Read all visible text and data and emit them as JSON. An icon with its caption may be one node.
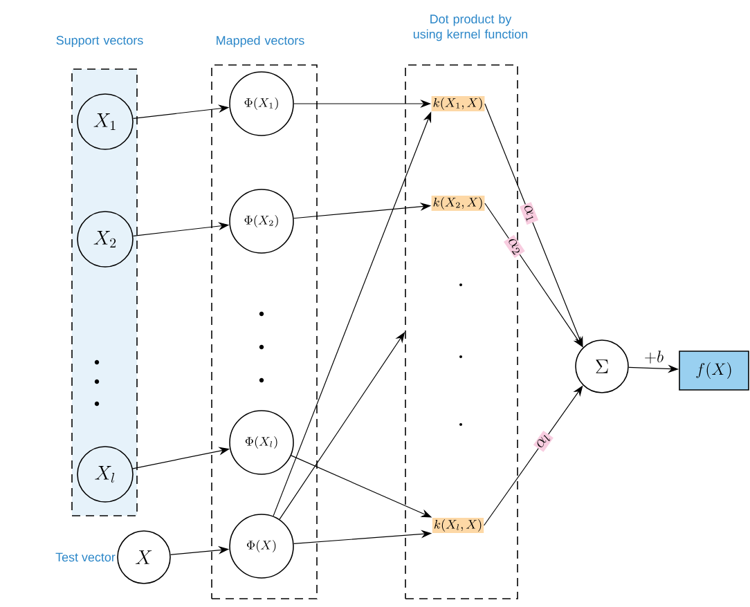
{
  "diagram": {
    "nodes": [
      {
        "text": [
          "Support vectors"
        ]
      },
      {
        "text": [
          "Mapped vectors"
        ]
      },
      {
        "text": [
          "Dot product by using kernel function"
        ]
      },
      {
        "text": [
          "X_1"
        ],
        "in": 0
      },
      {
        "text": [
          "X_2"
        ],
        "in": 0
      },
      {
        "text": [
          "X_l"
        ],
        "in": 0
      },
      {
        "text": [
          "X"
        ],
        "beside": [
          "Test vector"
        ]
      },
      {
        "text": [
          "\\Phi(X_1)"
        ],
        "in": 1
      },
      {
        "text": [
          "\\Phi(X_2)"
        ],
        "in": 1
      },
      {
        "text": [
          "\\Phi(X_l)"
        ],
        "in": 1
      },
      {
        "text": [
          "\\Phi(X)"
        ],
        "in": 1
      },
      {
        "text": [
          "k(X_1,X)"
        ],
        "in": 2
      },
      {
        "text": [
          "k(X_2,X)"
        ],
        "in": 2
      },
      {
        "text": [
          "k(X_l,X)"
        ],
        "in": 2
      },
      {
        "text": [
          "\\Sigma"
        ]
      },
      {
        "text": [
          "f(X)"
        ]
      }
    ],
    "edges": [
      {
        "from": 3,
        "to": 7,
        "arrow": "to"
      },
      {
        "from": 4,
        "to": 8,
        "arrow": "to"
      },
      {
        "from": 5,
        "to": 9,
        "arrow": "to"
      },
      {
        "from": 6,
        "to": 10,
        "arrow": "to"
      },
      {
        "from": 7,
        "to": 11,
        "arrow": "to"
      },
      {
        "from": 8,
        "to": 12,
        "arrow": "to"
      },
      {
        "from": 9,
        "to": 13,
        "arrow": "to"
      },
      {
        "from": 10,
        "to": 11,
        "arrow": "to"
      },
      {
        "from": 10,
        "to": 2,
        "arrow": "to"
      },
      {
        "from": 10,
        "to": 13,
        "arrow": "to"
      },
      {
        "from": 11,
        "to": 14,
        "arrow": "to",
        "label": "\\alpha_1"
      },
      {
        "from": 12,
        "to": 14,
        "arrow": "to",
        "label": "\\alpha_2"
      },
      {
        "from": 13,
        "to": 14,
        "arrow": "to",
        "label": "\\alpha_l"
      },
      {
        "from": 14,
        "to": 15,
        "arrow": "to",
        "label": "+b"
      }
    ]
  }
}
